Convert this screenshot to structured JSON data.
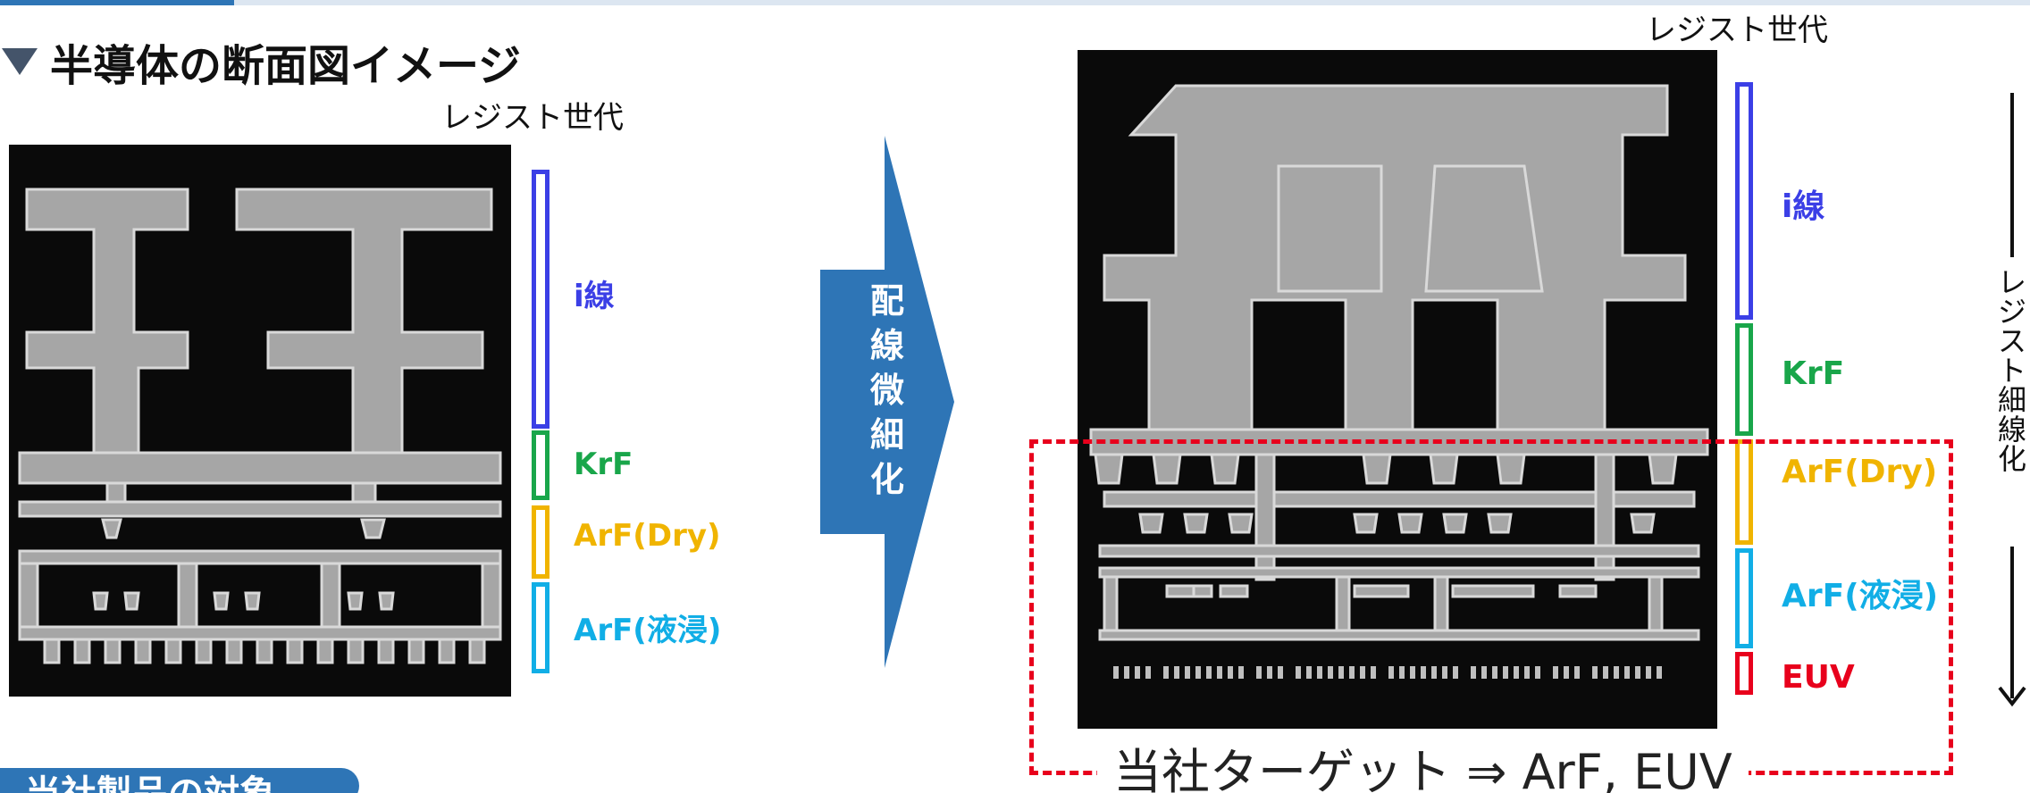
{
  "heading": {
    "title": "半導体の断面図イメージ"
  },
  "resist_generation_label": "レジスト世代",
  "left_panel": {
    "generations": [
      {
        "name": "i線",
        "color": "#3b3fe6"
      },
      {
        "name": "KrF",
        "color": "#19a64a"
      },
      {
        "name": "ArF(Dry)",
        "color": "#f0b400"
      },
      {
        "name": "ArF(液浸)",
        "color": "#11aee6"
      }
    ]
  },
  "arrow": {
    "label": "配線微細化",
    "chars": [
      "配",
      "線",
      "微",
      "細",
      "化"
    ],
    "color": "#2e75b6"
  },
  "right_panel": {
    "generations": [
      {
        "name": "i線",
        "color": "#3b3fe6"
      },
      {
        "name": "KrF",
        "color": "#19a64a"
      },
      {
        "name": "ArF(Dry)",
        "color": "#f0b400"
      },
      {
        "name": "ArF(液浸)",
        "color": "#11aee6"
      },
      {
        "name": "EUV",
        "color": "#e8001c"
      }
    ]
  },
  "target": {
    "text": "当社ターゲット ⇒ ArF, EUV",
    "color": "#e8001c"
  },
  "vertical_axis": {
    "chars": [
      "レ",
      "ジ",
      "ス",
      "ト",
      "細",
      "線",
      "化"
    ]
  },
  "footer_pill": {
    "label": "当社製品の対象"
  }
}
